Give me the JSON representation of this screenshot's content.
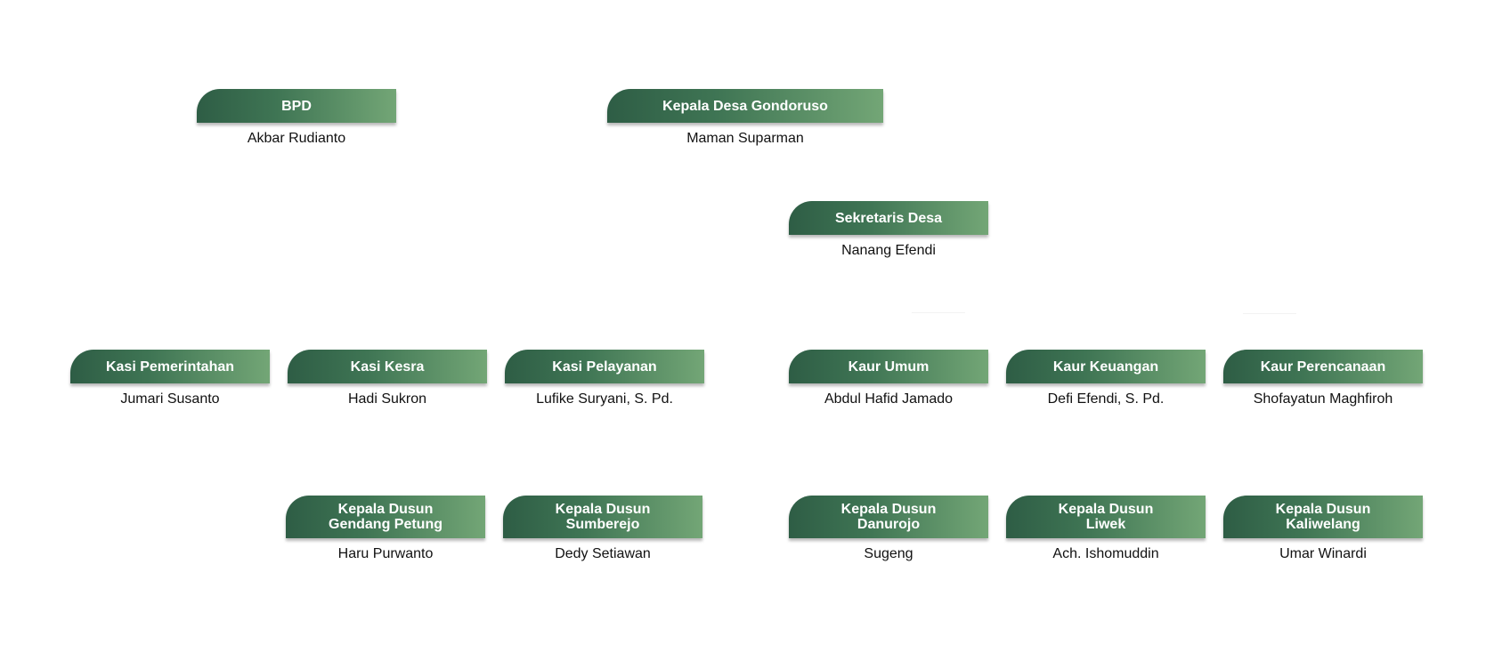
{
  "nodes": {
    "bpd": {
      "title": "BPD",
      "name": "Akbar Rudianto"
    },
    "kepala_desa": {
      "title": "Kepala Desa Gondoruso",
      "name": "Maman Suparman"
    },
    "sekretaris": {
      "title": "Sekretaris Desa",
      "name": "Nanang Efendi"
    },
    "kasi_pemerintahan": {
      "title": "Kasi Pemerintahan",
      "name": "Jumari Susanto"
    },
    "kasi_kesra": {
      "title": "Kasi Kesra",
      "name": "Hadi Sukron"
    },
    "kasi_pelayanan": {
      "title": "Kasi Pelayanan",
      "name": "Lufike Suryani, S. Pd."
    },
    "kaur_umum": {
      "title": "Kaur Umum",
      "name": "Abdul Hafid Jamado"
    },
    "kaur_keuangan": {
      "title": "Kaur Keuangan",
      "name": "Defi Efendi, S. Pd."
    },
    "kaur_perencanaan": {
      "title": "Kaur Perencanaan",
      "name": "Shofayatun Maghfiroh"
    },
    "kadus_gendang": {
      "title_line1": "Kepala Dusun",
      "title_line2": "Gendang Petung",
      "name": "Haru Purwanto"
    },
    "kadus_sumberejo": {
      "title_line1": "Kepala Dusun",
      "title_line2": "Sumberejo",
      "name": "Dedy Setiawan"
    },
    "kadus_danurojo": {
      "title_line1": "Kepala Dusun",
      "title_line2": "Danurojo",
      "name": "Sugeng"
    },
    "kadus_liwek": {
      "title_line1": "Kepala Dusun",
      "title_line2": "Liwek",
      "name": "Ach. Ishomuddin"
    },
    "kadus_kaliwelang": {
      "title_line1": "Kepala Dusun",
      "title_line2": "Kaliwelang",
      "name": "Umar Winardi"
    }
  },
  "colors": {
    "header_dark": "#2e5d45",
    "header_light": "#73a676",
    "name_text": "#111111"
  }
}
